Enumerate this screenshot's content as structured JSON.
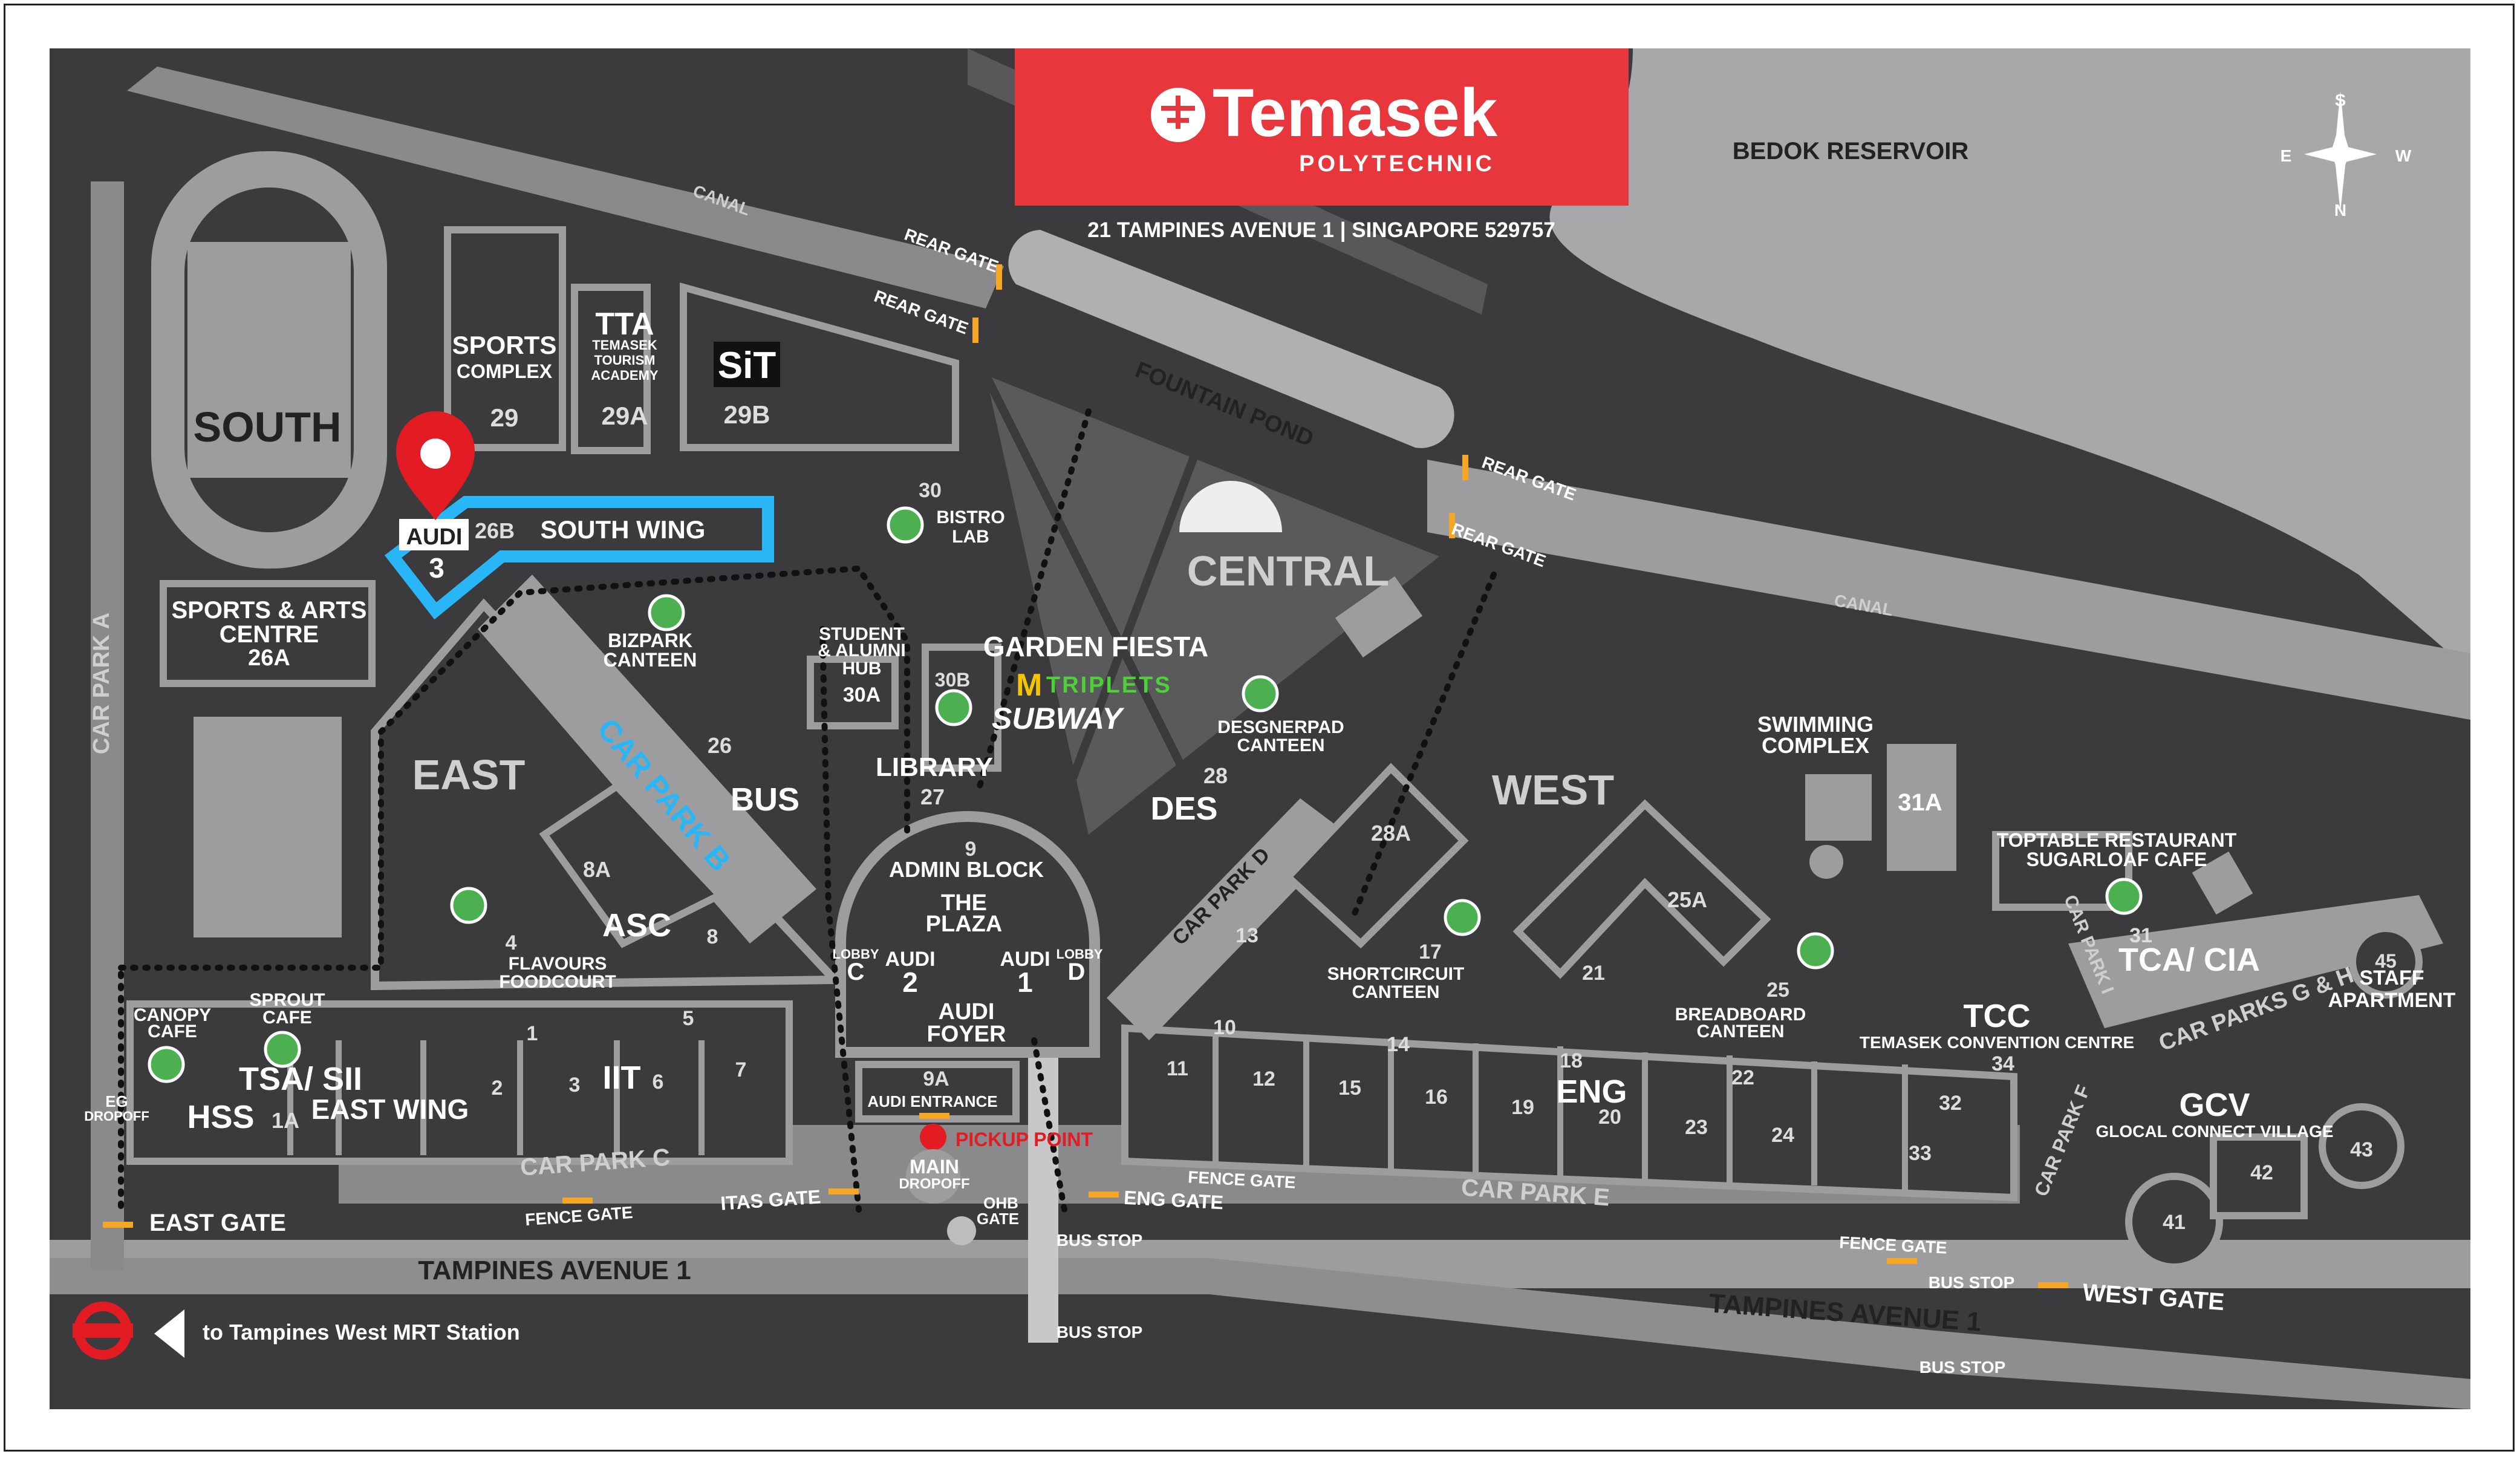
{
  "colors": {
    "background": "#3b3b3d",
    "road": "#9d9d9f",
    "building": "#5a5a5c",
    "reservoir": "#a8a8aa",
    "brand": "#e8363d",
    "highlight": "#29b6f6",
    "marker": "#e31b23",
    "food": "#4caf50"
  },
  "header": {
    "brand": "Temasek",
    "sub": "POLYTECHNIC",
    "address": "21 TAMPINES AVENUE 1  |  SINGAPORE 529757"
  },
  "compass": {
    "n": "N",
    "s": "S",
    "e": "E",
    "w": "W"
  },
  "water": {
    "reservoir": "BEDOK RESERVOIR",
    "fountain": "FOUNTAIN POND",
    "canal": "CANAL"
  },
  "zones": {
    "south": "SOUTH",
    "east": "EAST",
    "central": "CENTRAL",
    "west": "WEST",
    "south_wing": "SOUTH WING",
    "east_wing": "EAST WING"
  },
  "buildings": {
    "sports_complex": "SPORTS",
    "sports_complex_2": "COMPLEX",
    "b29": "29",
    "tta": "TTA",
    "tta_sub1": "TEMASEK",
    "tta_sub2": "TOURISM",
    "tta_sub3": "ACADEMY",
    "b29a": "29A",
    "sit": "SiT",
    "b29b": "29B",
    "sac1": "SPORTS & ARTS",
    "sac2": "CENTRE",
    "b26a": "26A",
    "audi3a": "AUDI",
    "audi3b": "3",
    "b26b": "26B",
    "b30": "30",
    "bistro1": "BISTRO",
    "bistro2": "LAB",
    "hub1": "STUDENT",
    "hub2": "& ALUMNI",
    "hub3": "HUB",
    "b30a": "30A",
    "b30b": "30B",
    "garden": "GARDEN FIESTA",
    "triplets": "TRIPLETS",
    "subway": "SUBWAY",
    "library": "LIBRARY",
    "b27": "27",
    "bizpark1": "BIZPARK",
    "bizpark2": "CANTEEN",
    "b26": "26",
    "bus": "BUS",
    "desgner1": "DESGNERPAD",
    "desgner2": "CANTEEN",
    "b28": "28",
    "des": "DES",
    "b28a": "28A",
    "b9": "9",
    "admin": "ADMIN BLOCK",
    "plaza1": "THE",
    "plaza2": "PLAZA",
    "lobbyc1": "LOBBY",
    "lobbyc2": "C",
    "lobbyd1": "LOBBY",
    "lobbyd2": "D",
    "audi2a": "AUDI",
    "audi2b": "2",
    "audi1a": "AUDI",
    "audi1b": "1",
    "foyer1": "AUDI",
    "foyer2": "FOYER",
    "b9a": "9A",
    "audi_entrance": "AUDI ENTRANCE",
    "pickup": "PICKUP POINT",
    "main1": "MAIN",
    "main2": "DROPOFF",
    "b8a": "8A",
    "asc": "ASC",
    "b8": "8",
    "b4": "4",
    "flavours1": "FLAVOURS",
    "flavours2": "FOODCOURT",
    "b5": "5",
    "b1": "1",
    "b2": "2",
    "b3": "3",
    "iit": "IIT",
    "b6": "6",
    "b7": "7",
    "canopy1": "CANOPY",
    "canopy2": "CAFE",
    "sprout1": "SPROUT",
    "sprout2": "CAFE",
    "tsa": "TSA/ SII",
    "eg1": "EG",
    "eg2": "DROPOFF",
    "hss": "HSS",
    "b1a": "1A",
    "b13": "13",
    "b10": "10",
    "b11": "11",
    "b12": "12",
    "b15": "15",
    "b14": "14",
    "b16": "16",
    "short1": "SHORTCIRCUIT",
    "short2": "CANTEEN",
    "b17": "17",
    "b19": "19",
    "b18": "18",
    "eng": "ENG",
    "b20": "20",
    "b21": "21",
    "b23": "23",
    "b24": "24",
    "b22": "22",
    "bread1": "BREADBOARD",
    "bread2": "CANTEEN",
    "b25": "25",
    "b25a": "25A",
    "swim1": "SWIMMING",
    "swim2": "COMPLEX",
    "b31a": "31A",
    "top1": "TOPTABLE RESTAURANT",
    "top2": "SUGARLOAF CAFE",
    "b31": "31",
    "tca": "TCA/ CIA",
    "tcc": "TCC",
    "tcc_sub": "TEMASEK CONVENTION CENTRE",
    "b34": "34",
    "b32": "32",
    "b33": "33",
    "b45": "45",
    "staff1": "STAFF",
    "staff2": "APARTMENT",
    "gcv": "GCV",
    "gcv_sub": "GLOCAL CONNECT VILLAGE",
    "b42": "42",
    "b43": "43",
    "b41": "41"
  },
  "carparks": {
    "a": "CAR PARK A",
    "b": "CAR PARK B",
    "c": "CAR PARK C",
    "d": "CAR PARK D",
    "e": "CAR PARK E",
    "f": "CAR PARK F",
    "i": "CAR PARK I",
    "gh": "CAR PARKS G & H"
  },
  "gates": {
    "rear1": "REAR GATE",
    "rear2": "REAR GATE",
    "rear3": "REAR GATE",
    "rear4": "REAR GATE",
    "east": "EAST  GATE",
    "fence1": "FENCE GATE",
    "itas": "ITAS GATE",
    "ohb1": "OHB",
    "ohb2": "GATE",
    "eng": "ENG GATE",
    "fence2": "FENCE GATE",
    "fence3": "FENCE GATE",
    "west": "WEST  GATE"
  },
  "stops": {
    "s1": "BUS STOP",
    "s2": "BUS STOP",
    "s3": "BUS STOP",
    "s4": "BUS STOP"
  },
  "roads": {
    "ave1": "TAMPINES AVENUE 1",
    "ave2": "TAMPINES AVENUE 1"
  },
  "mrt": {
    "text": "to Tampines West MRT Station"
  }
}
